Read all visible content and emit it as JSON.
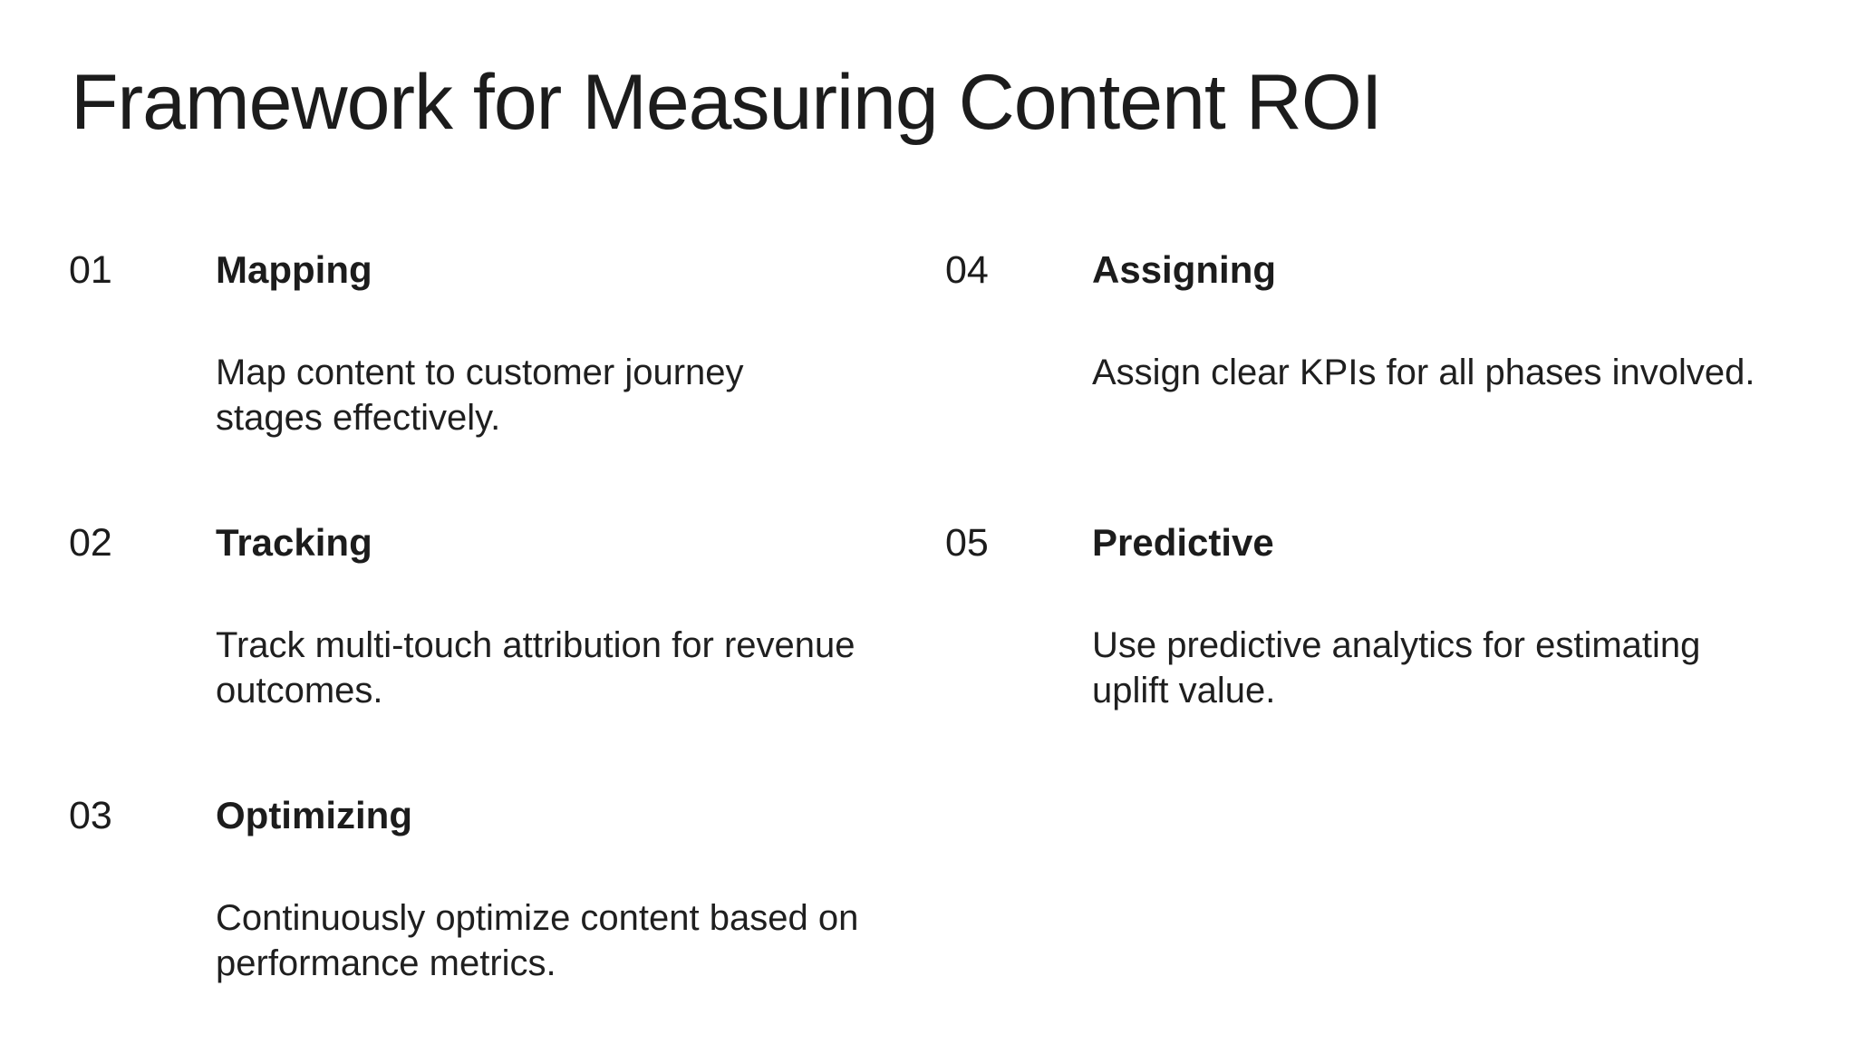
{
  "slide": {
    "title": "Framework for Measuring Content ROI",
    "background_color": "#ffffff",
    "text_color": "#1c1c1c",
    "items": [
      {
        "number": "01",
        "heading": "Mapping",
        "desc_lines": [
          "Map content to customer journey",
          "stages effectively."
        ]
      },
      {
        "number": "02",
        "heading": "Tracking",
        "desc_lines": [
          "Track multi-touch attribution for revenue",
          "outcomes."
        ]
      },
      {
        "number": "03",
        "heading": "Optimizing",
        "desc_lines": [
          "Continuously optimize content based on",
          "performance metrics."
        ]
      },
      {
        "number": "04",
        "heading": "Assigning",
        "desc_lines": [
          "Assign clear KPIs for all phases involved."
        ]
      },
      {
        "number": "05",
        "heading": "Predictive",
        "desc_lines": [
          "Use predictive analytics for estimating",
          "uplift value."
        ]
      }
    ]
  }
}
